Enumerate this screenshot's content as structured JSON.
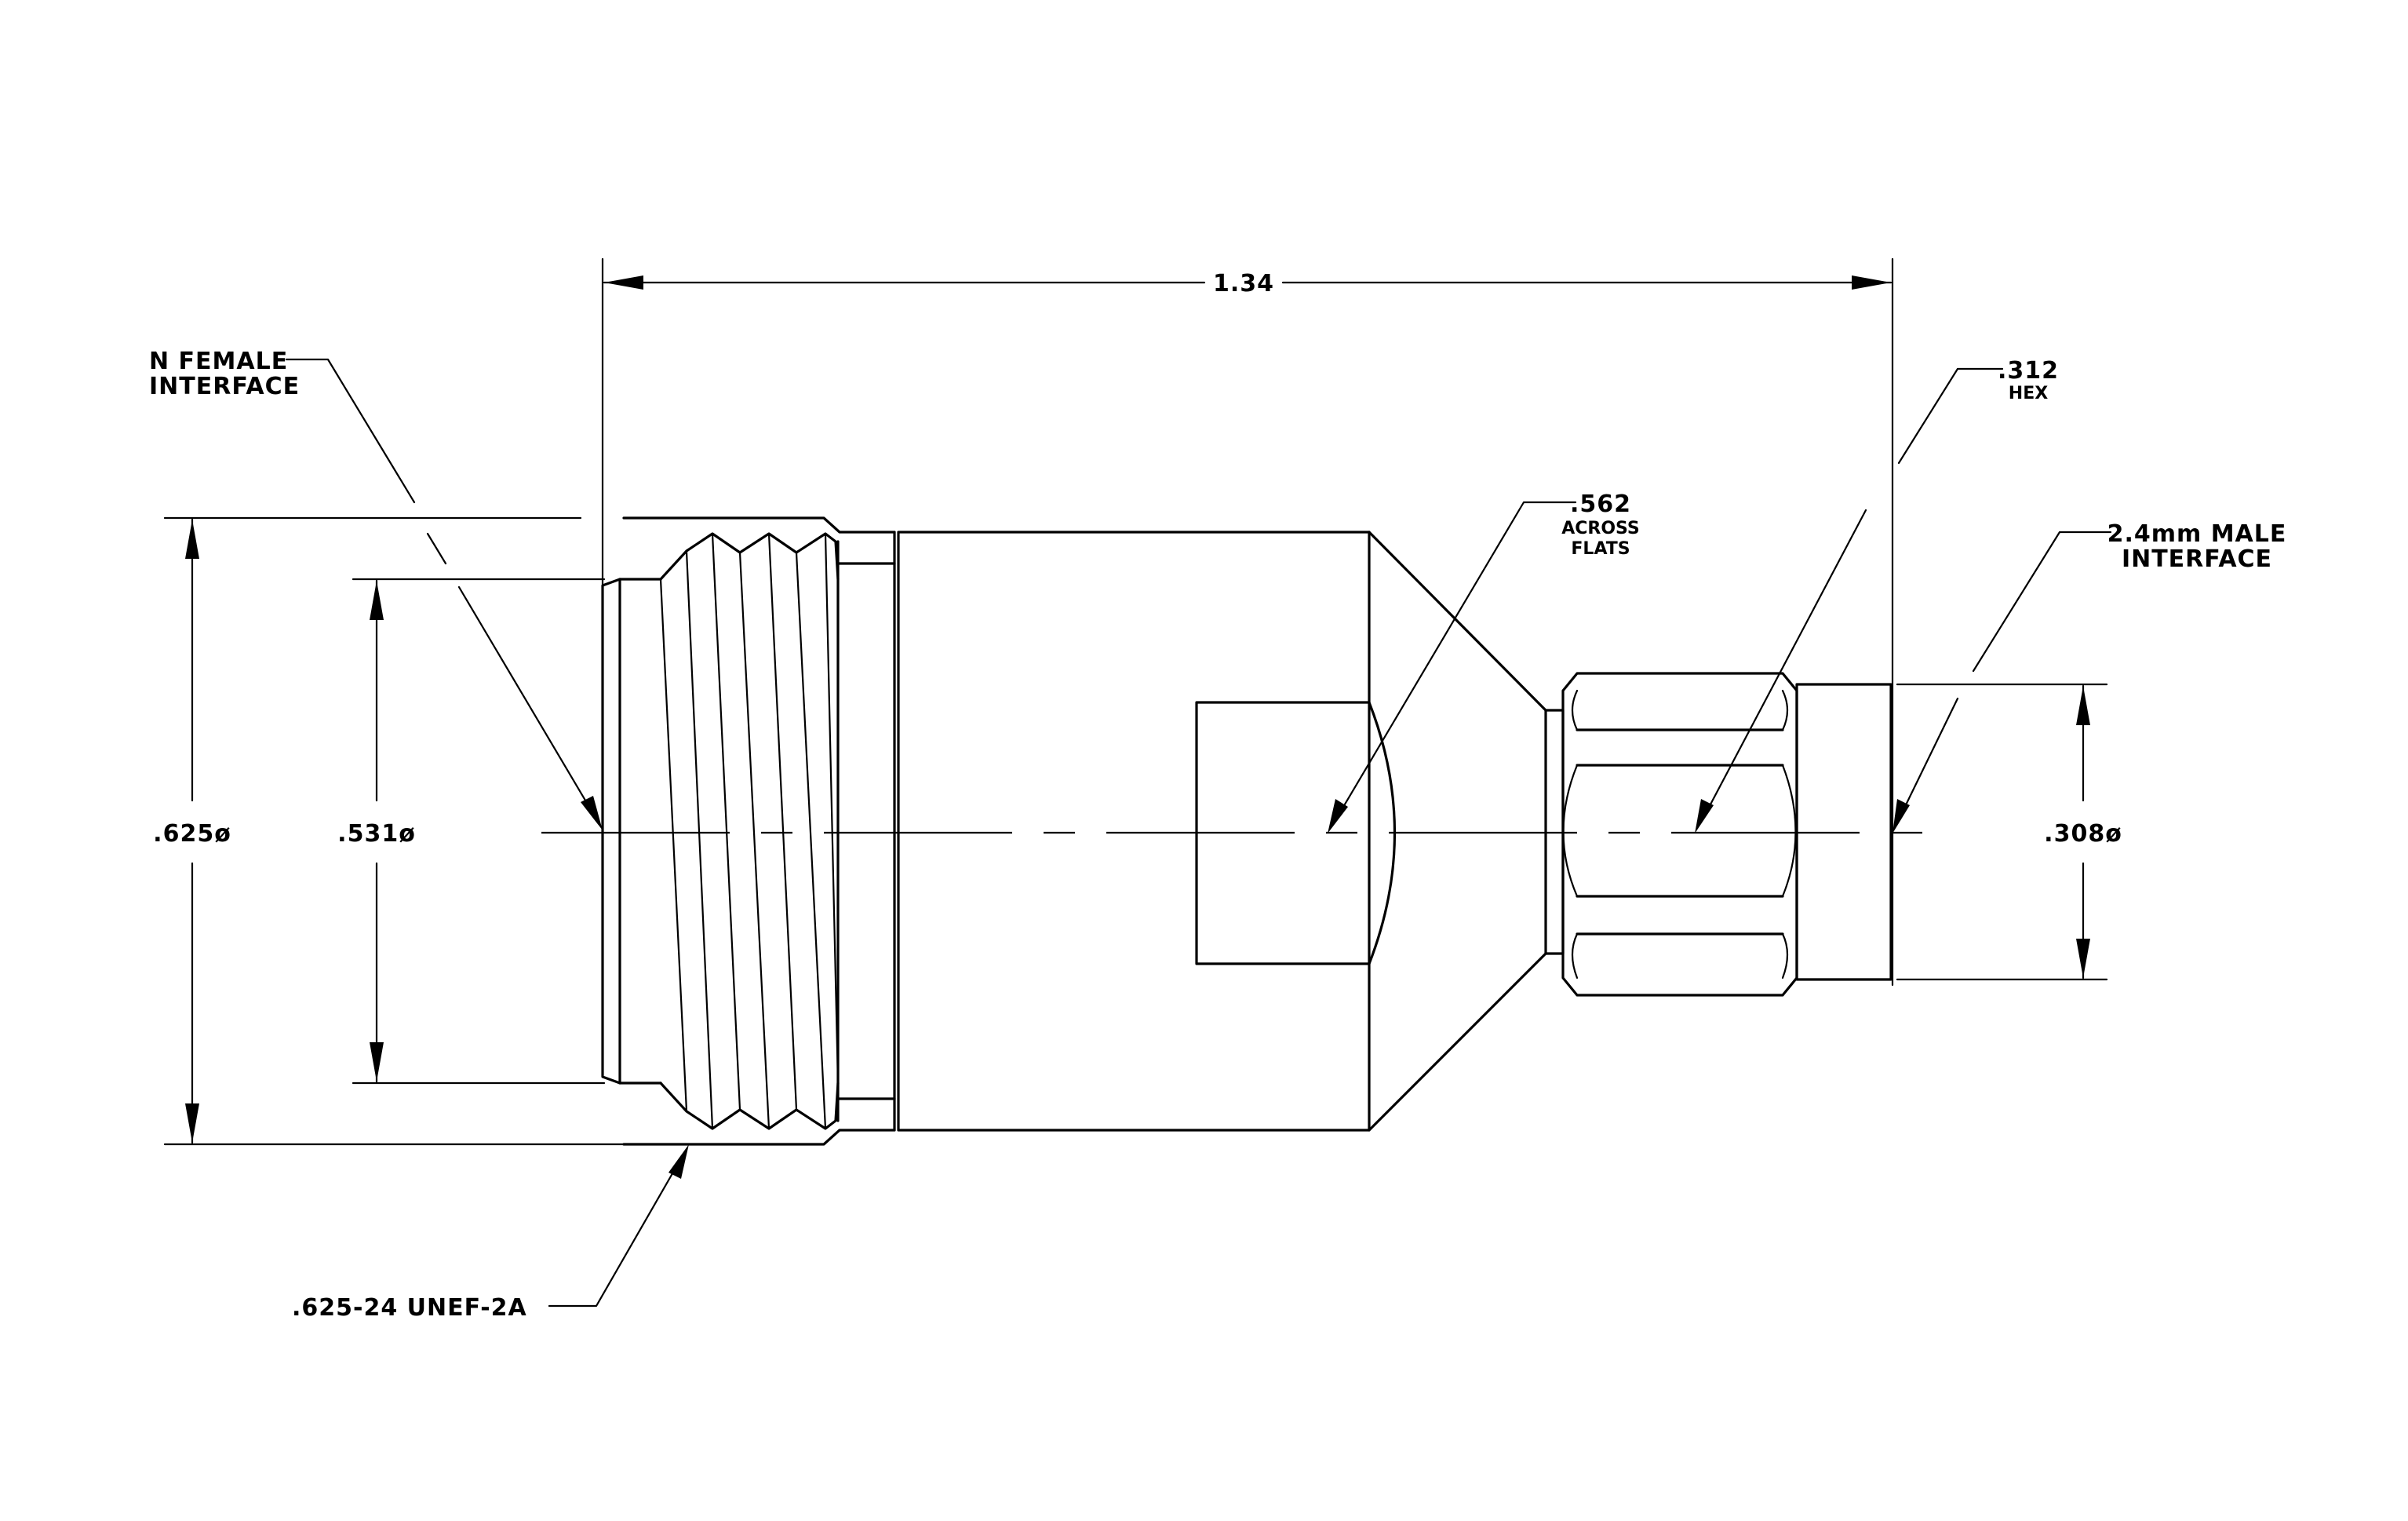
{
  "labels": {
    "overall_length": "1.34",
    "n_female_line1": "N FEMALE",
    "n_female_line2": "INTERFACE",
    "hex_value": ".312",
    "hex_note": "HEX",
    "flats_value": ".562",
    "flats_note1": "ACROSS",
    "flats_note2": "FLATS",
    "male_line1": "2.4mm MALE",
    "male_line2": "INTERFACE",
    "dia_625": ".625ø",
    "dia_531": ".531ø",
    "dia_308": ".308ø",
    "thread_spec": ".625-24 UNEF-2A"
  }
}
